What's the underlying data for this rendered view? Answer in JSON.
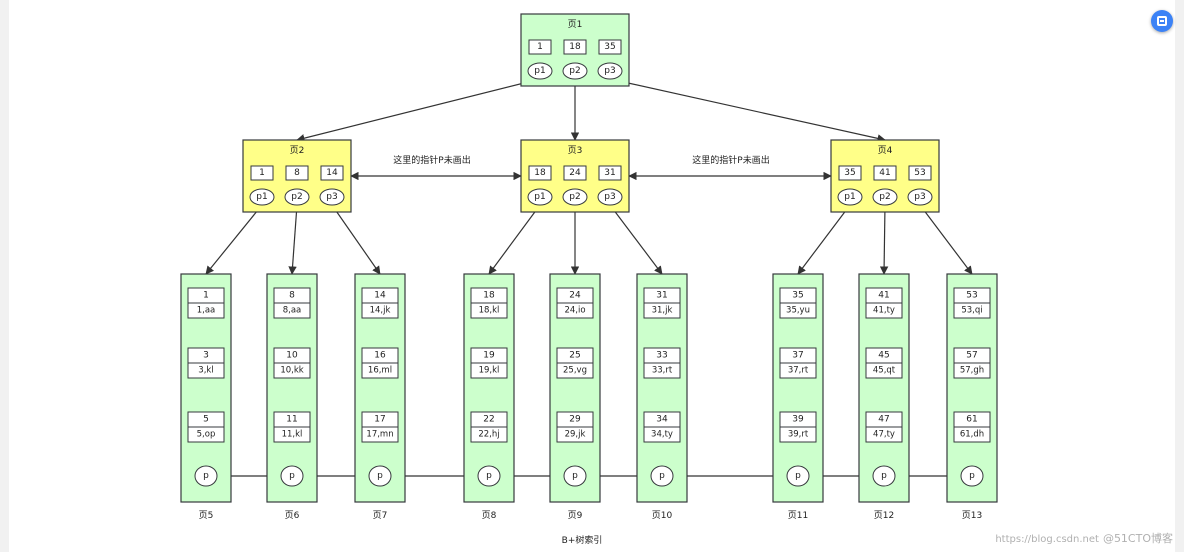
{
  "diagram": {
    "caption": "B+树索引",
    "note_left": "这里的指针P未画出",
    "note_right": "这里的指针P未画出",
    "root": {
      "title": "页1",
      "keys": [
        "1",
        "18",
        "35"
      ],
      "pointers": [
        "p1",
        "p2",
        "p3"
      ]
    },
    "internals": [
      {
        "title": "页2",
        "keys": [
          "1",
          "8",
          "14"
        ],
        "pointers": [
          "p1",
          "p2",
          "p3"
        ]
      },
      {
        "title": "页3",
        "keys": [
          "18",
          "24",
          "31"
        ],
        "pointers": [
          "p1",
          "p2",
          "p3"
        ]
      },
      {
        "title": "页4",
        "keys": [
          "35",
          "41",
          "53"
        ],
        "pointers": [
          "p1",
          "p2",
          "p3"
        ]
      }
    ],
    "leaves": [
      {
        "label": "页5",
        "pointer": "p",
        "records": [
          [
            "1",
            "1,aa"
          ],
          [
            "3",
            "3,kl"
          ],
          [
            "5",
            "5,op"
          ]
        ]
      },
      {
        "label": "页6",
        "pointer": "p",
        "records": [
          [
            "8",
            "8,aa"
          ],
          [
            "10",
            "10,kk"
          ],
          [
            "11",
            "11,kl"
          ]
        ]
      },
      {
        "label": "页7",
        "pointer": "p",
        "records": [
          [
            "14",
            "14,jk"
          ],
          [
            "16",
            "16,ml"
          ],
          [
            "17",
            "17,mn"
          ]
        ]
      },
      {
        "label": "页8",
        "pointer": "p",
        "records": [
          [
            "18",
            "18,kl"
          ],
          [
            "19",
            "19,kl"
          ],
          [
            "22",
            "22,hj"
          ]
        ]
      },
      {
        "label": "页9",
        "pointer": "p",
        "records": [
          [
            "24",
            "24,io"
          ],
          [
            "25",
            "25,vg"
          ],
          [
            "29",
            "29,jk"
          ]
        ]
      },
      {
        "label": "页10",
        "pointer": "p",
        "records": [
          [
            "31",
            "31,jk"
          ],
          [
            "33",
            "33,rt"
          ],
          [
            "34",
            "34,ty"
          ]
        ]
      },
      {
        "label": "页11",
        "pointer": "p",
        "records": [
          [
            "35",
            "35,yu"
          ],
          [
            "37",
            "37,rt"
          ],
          [
            "39",
            "39,rt"
          ]
        ]
      },
      {
        "label": "页12",
        "pointer": "p",
        "records": [
          [
            "41",
            "41,ty"
          ],
          [
            "45",
            "45,qt"
          ],
          [
            "47",
            "47,ty"
          ]
        ]
      },
      {
        "label": "页13",
        "pointer": "p",
        "records": [
          [
            "53",
            "53,qi"
          ],
          [
            "57",
            "57,gh"
          ],
          [
            "61",
            "61,dh"
          ]
        ]
      }
    ]
  },
  "watermark": {
    "url": "https://blog.csdn.net",
    "brand": "@51CTO博客"
  },
  "colors": {
    "root_fill": "#ccffcc",
    "internal_fill": "#ffff88",
    "leaf_fill": "#ccffcc",
    "stroke": "#36393d"
  },
  "icons": {
    "corner_button": "edit-icon"
  }
}
